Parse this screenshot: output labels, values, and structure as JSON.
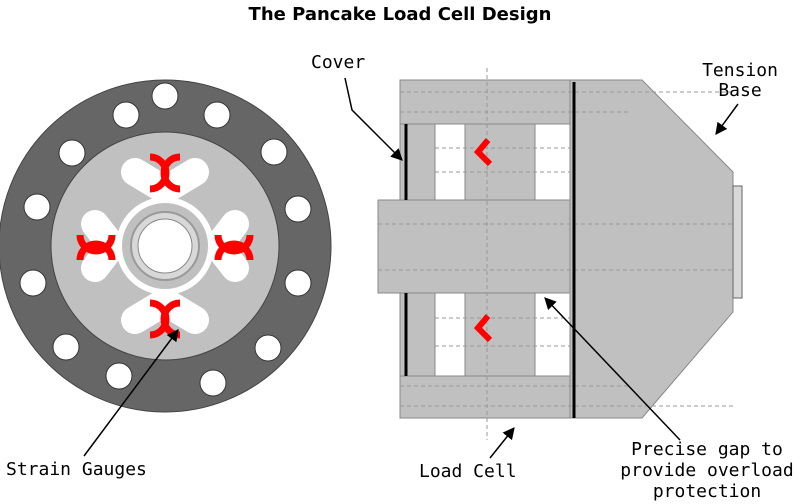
{
  "title": "The Pancake Load Cell Design",
  "labels": {
    "cover": "Cover",
    "tension_base_line1": "Tension",
    "tension_base_line2": "Base",
    "strain_gauges": "Strain Gauges",
    "load_cell": "Load Cell",
    "gap_line1": "Precise gap to",
    "gap_line2": "provide overload",
    "gap_line3": "protection"
  },
  "colors": {
    "outer_ring": "#666666",
    "body_gray": "#c0c0c0",
    "strain_gauge_red": "#ff0000",
    "outline": "#000000"
  }
}
